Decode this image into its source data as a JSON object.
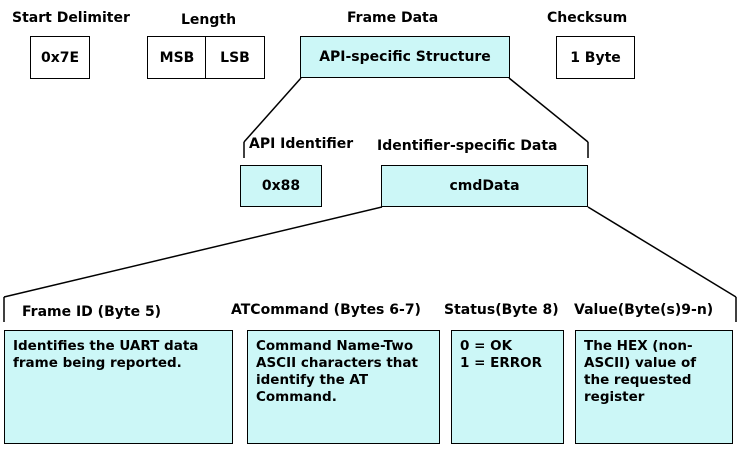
{
  "top": {
    "start_delimiter": {
      "label": "Start Delimiter",
      "value": "0x7E"
    },
    "length": {
      "label": "Length",
      "msb": "MSB",
      "lsb": "LSB"
    },
    "frame_data": {
      "label": "Frame Data",
      "value": "API-specific Structure"
    },
    "checksum": {
      "label": "Checksum",
      "value": "1 Byte"
    }
  },
  "middle": {
    "api_identifier": {
      "label": "API Identifier",
      "value": "0x88"
    },
    "identifier_data": {
      "label": "Identifier-specific Data",
      "value": "cmdData"
    }
  },
  "fields": [
    {
      "label": "Frame ID (Byte 5)",
      "desc": "Identifies the UART data\nframe being reported."
    },
    {
      "label": "ATCommand (Bytes 6-7)",
      "desc": "Command Name-Two\nASCII characters that\nidentify the AT\nCommand."
    },
    {
      "label": "Status(Byte 8)",
      "desc": "0 = OK\n1 = ERROR"
    },
    {
      "label": "Value(Byte(s)9-n)",
      "desc": "The HEX (non-\nASCII) value of\nthe requested\nregister"
    }
  ],
  "colors": {
    "box_fill": "#ccf7f7",
    "line": "#000000"
  }
}
